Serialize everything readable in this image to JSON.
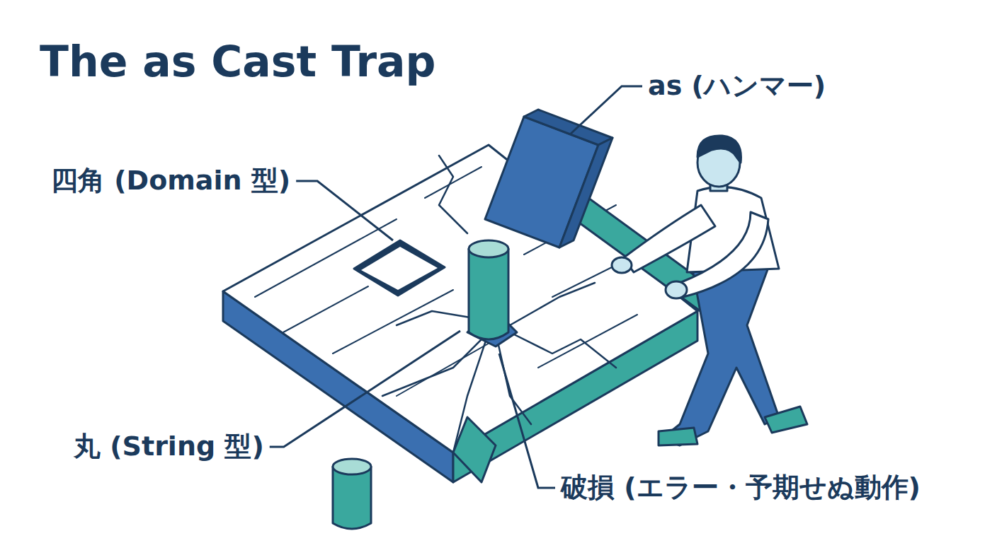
{
  "diagram": {
    "title": "The as Cast Trap",
    "labels": [
      "as (ハンマー)",
      "四角 (Domain 型)",
      "丸 (String 型)",
      "破損 (エラー・予期せぬ動作)"
    ]
  }
}
